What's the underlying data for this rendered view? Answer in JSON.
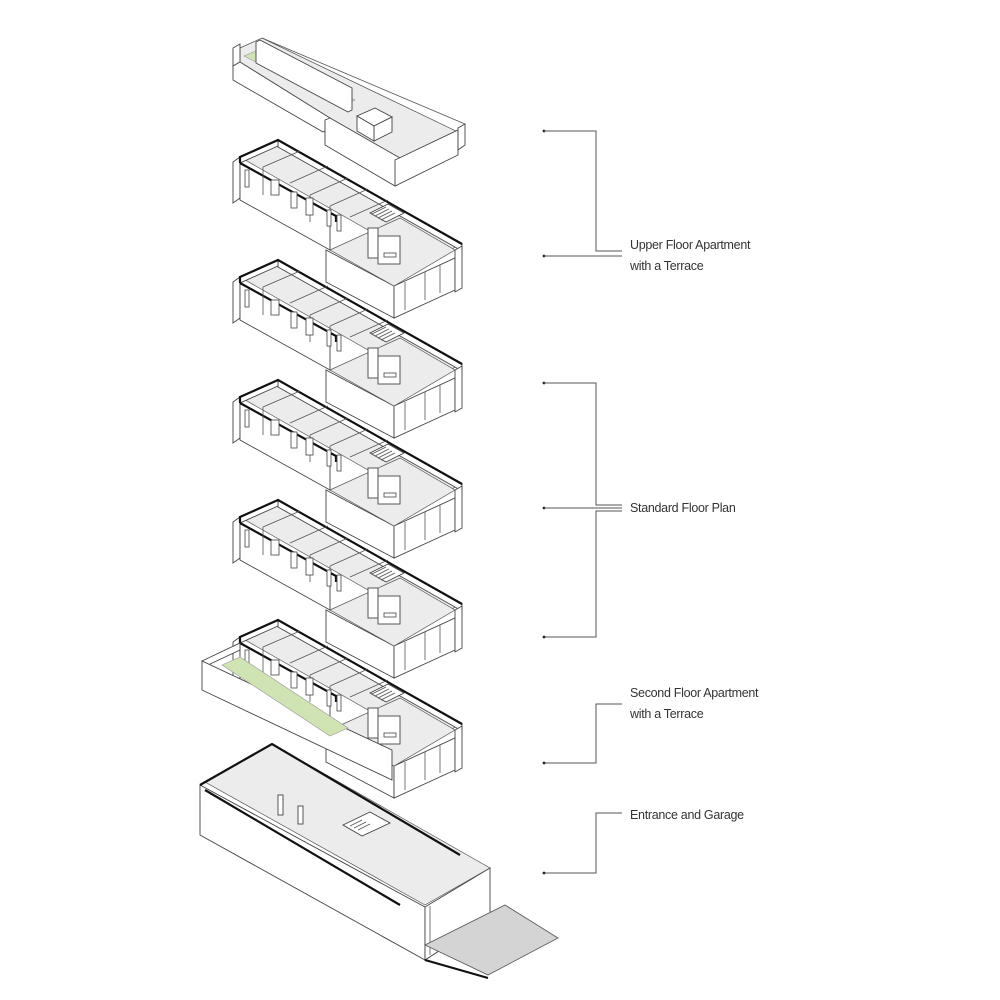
{
  "diagram": {
    "type": "exploded-axonometric",
    "subject": "multi-storey residential building",
    "levels_top_to_bottom": [
      "roof terrace",
      "upper floor apartment",
      "standard floor",
      "standard floor",
      "standard floor",
      "second floor apartment",
      "entrance and garage"
    ],
    "colors": {
      "terrace_green": "#cfe3b3",
      "floor_fill": "#ececec",
      "ramp_fill": "#d4d4d4",
      "line": "#444444"
    }
  },
  "labels": {
    "upper": {
      "line1": "Upper Floor Apartment",
      "line2": "with a Terrace"
    },
    "standard": {
      "line1": "Standard Floor Plan"
    },
    "second": {
      "line1": "Second Floor Apartment",
      "line2": "with a Terrace"
    },
    "entrance": {
      "line1": "Entrance and Garage"
    }
  }
}
